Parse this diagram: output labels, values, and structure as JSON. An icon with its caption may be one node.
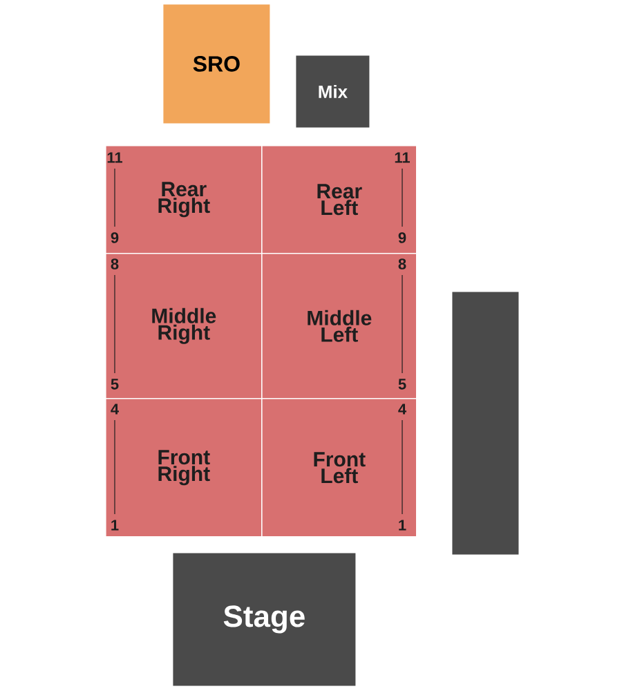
{
  "diagram": {
    "nodes": [
      {
        "text": [
          "SRO"
        ]
      },
      {
        "text": [
          "Mix"
        ]
      },
      {
        "text": [
          "Rear Right"
        ]
      },
      {
        "text": [
          "Rear Left"
        ]
      },
      {
        "text": [
          "Middle Right"
        ]
      },
      {
        "text": [
          "Middle Left"
        ]
      },
      {
        "text": [
          "Front Right"
        ]
      },
      {
        "text": [
          "Front Left"
        ]
      },
      {
        "text": [],
        "shape": "box"
      },
      {
        "text": [
          "Stage"
        ]
      }
    ],
    "labels": [
      "11",
      "11",
      "9",
      "9",
      "8",
      "8",
      "5",
      "5",
      "4",
      "4",
      "1",
      "1"
    ]
  }
}
